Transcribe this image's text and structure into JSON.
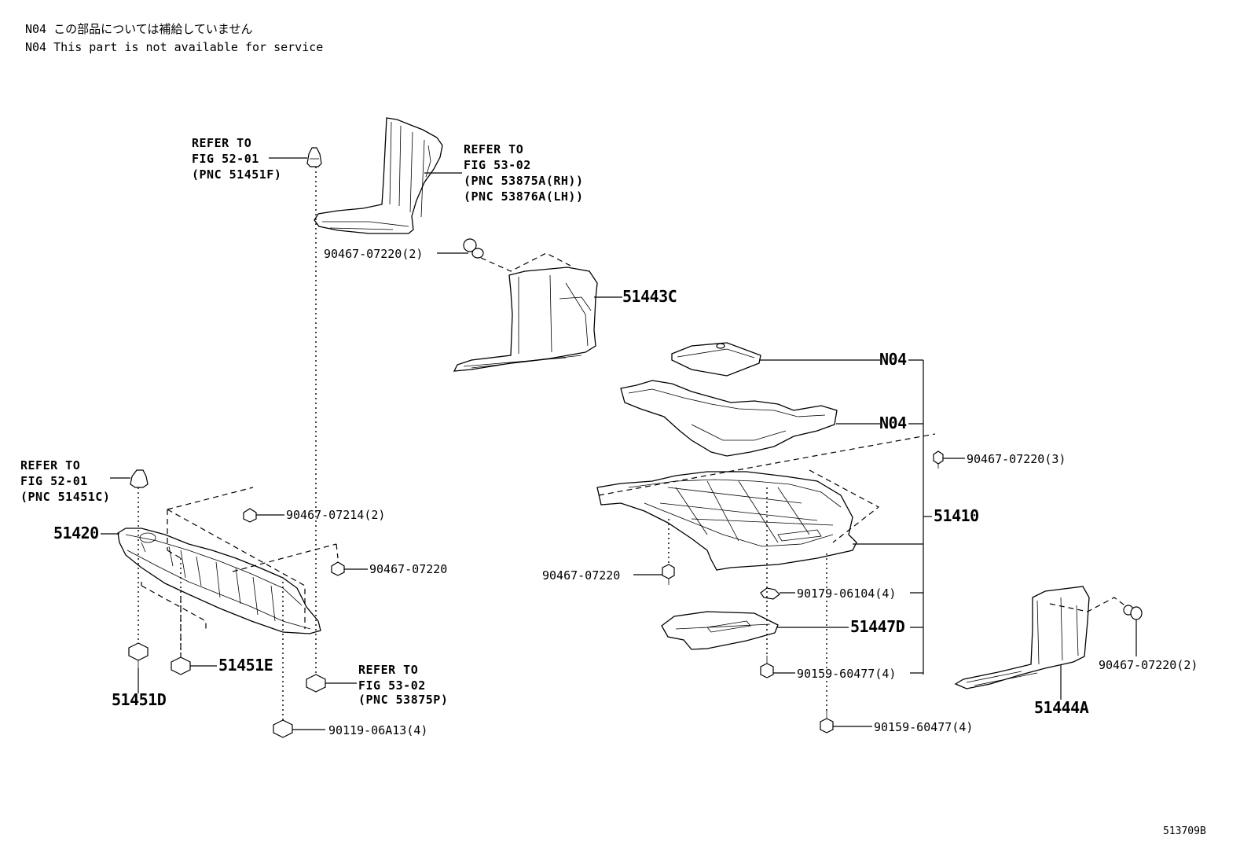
{
  "notes": {
    "jp": "N04 この部品については補給していません",
    "en": "N04 This part is not available for service"
  },
  "refs": {
    "fig5201_top": {
      "line1": "REFER TO",
      "line2": "FIG 52-01",
      "line3": "(PNC 51451F)"
    },
    "fig5302_top": {
      "line1": "REFER TO",
      "line2": "FIG 53-02",
      "line3": "(PNC 53875A(RH))",
      "line4": "(PNC 53876A(LH))"
    },
    "fig5201_left": {
      "line1": "REFER TO",
      "line2": "FIG 52-01",
      "line3": "(PNC 51451C)"
    },
    "fig5302_bottom": {
      "line1": "REFER TO",
      "line2": "FIG 53-02",
      "line3": "(PNC 53875P)"
    }
  },
  "parts": {
    "p90467_07220_2_top": "90467-07220(2)",
    "p51443C": "51443C",
    "pN04_a": "N04",
    "pN04_b": "N04",
    "p90467_07220_3": "90467-07220(3)",
    "p51410": "51410",
    "p51420": "51420",
    "p90467_07214_2": "90467-07214(2)",
    "p90467_07220_left": "90467-07220",
    "p90467_07220_mid": "90467-07220",
    "p90179_06104_4": "90179-06104(4)",
    "p51447D": "51447D",
    "p90159_60477_4_a": "90159-60477(4)",
    "p90159_60477_4_b": "90159-60477(4)",
    "p90467_07220_2_right": "90467-07220(2)",
    "p51444A": "51444A",
    "p51451E": "51451E",
    "p51451D": "51451D",
    "p90119_06A13_4": "90119-06A13(4)"
  },
  "figure_code": "513709B"
}
